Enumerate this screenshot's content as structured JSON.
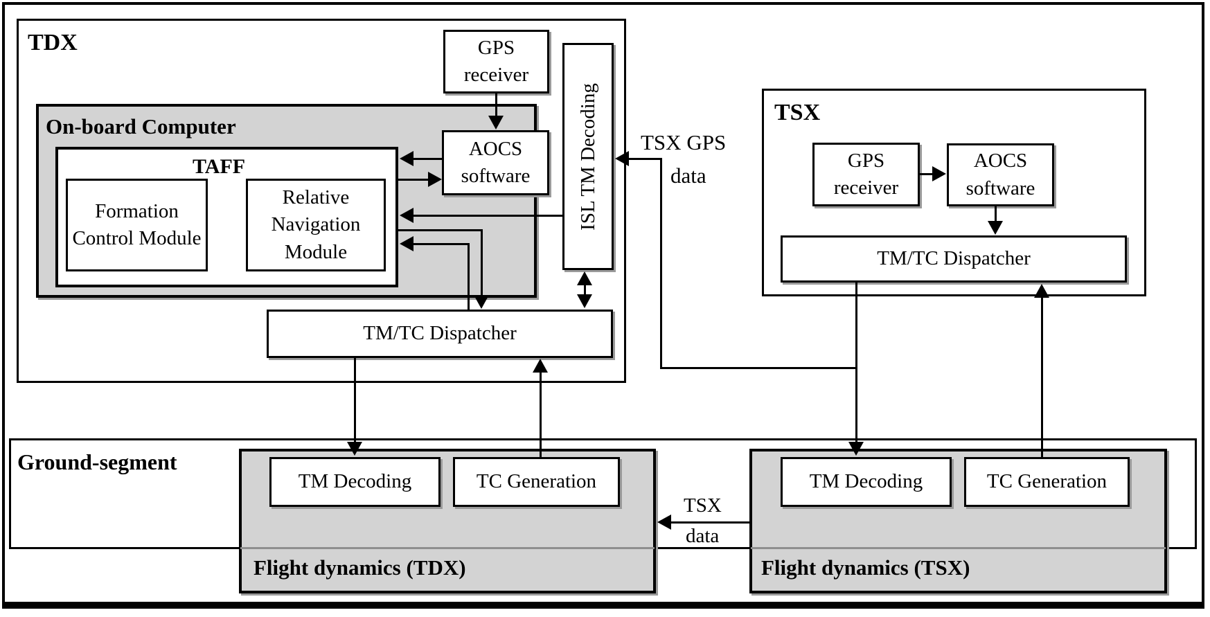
{
  "diagram": {
    "tdx": {
      "label": "TDX",
      "gps_receiver": "GPS receiver",
      "isl_tm_decoding": "ISL TM Decoding",
      "onboard_computer": "On-board Computer",
      "taff": "TAFF",
      "formation_control": "Formation Control Module",
      "relative_navigation": "Relative Navigation Module",
      "aocs_software": "AOCS software",
      "dispatcher": "TM/TC Dispatcher"
    },
    "tsx": {
      "label": "TSX",
      "gps_receiver": "GPS receiver",
      "aocs_software": "AOCS software",
      "dispatcher": "TM/TC Dispatcher"
    },
    "ground_segment": {
      "label": "Ground-segment",
      "flight_dynamics_tdx": {
        "label": "Flight dynamics (TDX)",
        "tm_decoding": "TM Decoding",
        "tc_generation": "TC Generation"
      },
      "flight_dynamics_tsx": {
        "label": "Flight dynamics (TSX)",
        "tm_decoding": "TM Decoding",
        "tc_generation": "TC Generation"
      }
    },
    "annotations": {
      "tsx_gps_data": [
        "TSX GPS",
        "data"
      ],
      "tsx_data": [
        "TSX",
        "data"
      ]
    },
    "colors": {
      "line": "#000000",
      "gray_fill": "#d3d3d3",
      "box_fill": "#ffffff",
      "background": "#ffffff"
    }
  }
}
